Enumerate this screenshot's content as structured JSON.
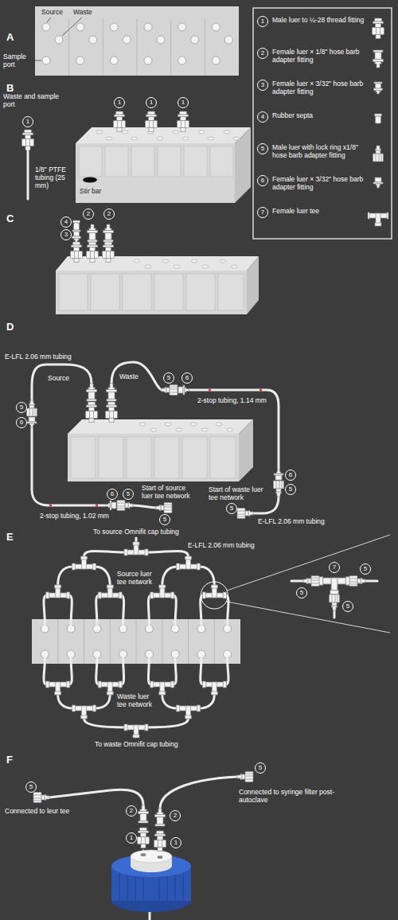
{
  "diagram": {
    "labels": [
      "A",
      "Source",
      "Waste",
      "Sample port",
      "B",
      "Waste and sample port",
      "1",
      "1",
      "1",
      "1",
      "1/8\" PTFE tubing (25 mm)",
      "Stir bar",
      "C",
      "4",
      "3",
      "2",
      "2",
      "D",
      "E-LFL 2.06 mm tubing",
      "Source",
      "Waste",
      "5",
      "6",
      "5",
      "6",
      "2-stop tubing, 1.14 mm",
      "6",
      "5",
      "Start of waste luer tee network",
      "5",
      "E-LFL 2.06 mm tubing",
      "2-stop tubing, 1.02 mm",
      "6",
      "5",
      "Start of source luer tee network",
      "5",
      "E",
      "To source Omnifit cap tubing",
      "E-LFL 2.06 mm tubing",
      "Source luer tee network",
      "7",
      "5",
      "5",
      "5",
      "Waste luer tee network",
      "To waste Omnifit cap tubing",
      "F",
      "5",
      "Connected to leur tee",
      "2",
      "2",
      "1",
      "1",
      "5",
      "Connected to syringe filter post-autoclave",
      "1",
      "2",
      "3",
      "4",
      "5",
      "6",
      "7"
    ],
    "legend": [
      {
        "text": "Male luer to ¼-28 thread fitting"
      },
      {
        "text": "Female luer × 1/8\" hose barb adapter fitting"
      },
      {
        "text": "Female luer × 3/32\" hose barb adapter fitting"
      },
      {
        "text": "Rubber septa"
      },
      {
        "text": "Male luer with lock ring x1/8\" hose barb adapter fitting"
      },
      {
        "text": "Female luer × 3/32\" hose barb adapter fitting"
      },
      {
        "text": "Female luer tee"
      }
    ]
  }
}
